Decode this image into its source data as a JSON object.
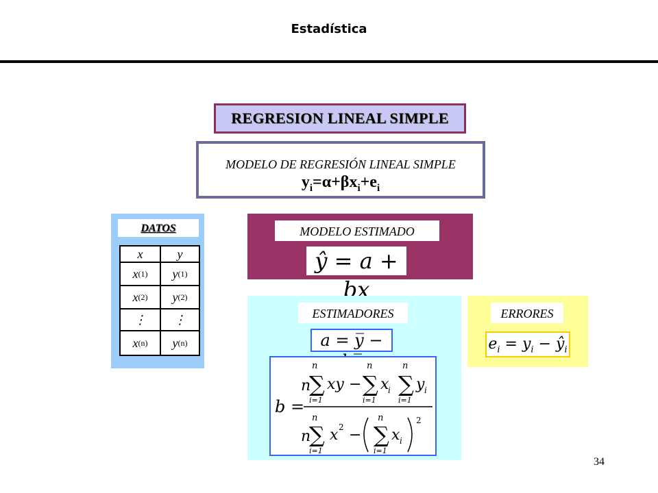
{
  "header": {
    "title": "Estadística"
  },
  "title": "REGRESION LINEAL SIMPLE",
  "model": {
    "caption": "MODELO DE REGRESIÓN LINEAL SIMPLE",
    "formula_y": "y",
    "formula_eq": "=α+βx",
    "formula_plus": "+e",
    "subscript": "i"
  },
  "datos": {
    "title": "DATOS",
    "headers": [
      "x",
      "y"
    ],
    "rows": [
      {
        "x": "x",
        "x_sub": "(1)",
        "y": "y",
        "y_sub": "(1)"
      },
      {
        "x": "x",
        "x_sub": "(2)",
        "y": "y",
        "y_sub": "(2)"
      },
      {
        "x": "⋮",
        "x_sub": "",
        "y": "⋮",
        "y_sub": ""
      },
      {
        "x": "x",
        "x_sub": "(n)",
        "y": "y",
        "y_sub": "(n)"
      }
    ]
  },
  "estimado": {
    "label": "MODELO ESTIMADO",
    "formula": "ŷ = a + bx"
  },
  "estimadores": {
    "label": "ESTIMADORES",
    "a_formula": "a = y̅ − bx̅",
    "b_formula": {
      "lhs": "b =",
      "n": "n",
      "lower": "i=1",
      "sum": "∑",
      "numerator_terms": [
        "xy",
        "−",
        "x",
        "y"
      ],
      "denominator_terms": [
        "x",
        "2",
        "−",
        "x",
        "2"
      ],
      "index": "i"
    }
  },
  "errores": {
    "label": "ERRORES",
    "formula_e": "e",
    "formula_mid": " = y",
    "formula_end": " − ŷ",
    "subscript": "i"
  },
  "page_number": "34"
}
